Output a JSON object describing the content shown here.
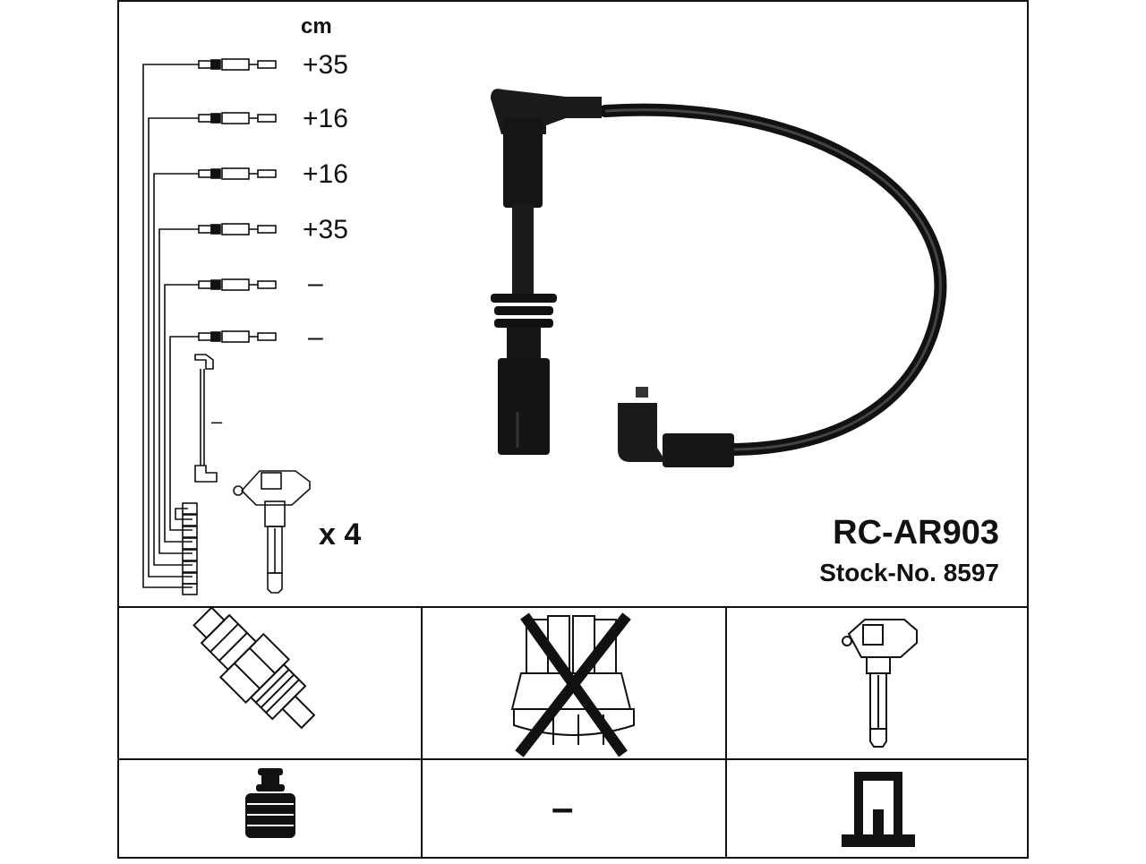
{
  "unit_label": "cm",
  "lengths": [
    "+35",
    "+16",
    "+16",
    "+35",
    "–",
    "–"
  ],
  "coil_lead_length": "–",
  "coil_count": "x 4",
  "part_number": "RC-AR903",
  "stock_number": "Stock-No. 8597",
  "components": {
    "spark_plug_icon": "spark-plug-icon",
    "distributor_cap_icon": "distributor-cap-icon",
    "distributor_cap_status": "not-applicable",
    "ignition_coil_icon": "ignition-coil-icon",
    "spark_plug_terminal_icon": "spark-plug-terminal-icon",
    "distributor_terminal": "–",
    "coil_terminal_icon": "coil-terminal-icon"
  },
  "colors": {
    "line": "#111111",
    "background": "#ffffff"
  }
}
